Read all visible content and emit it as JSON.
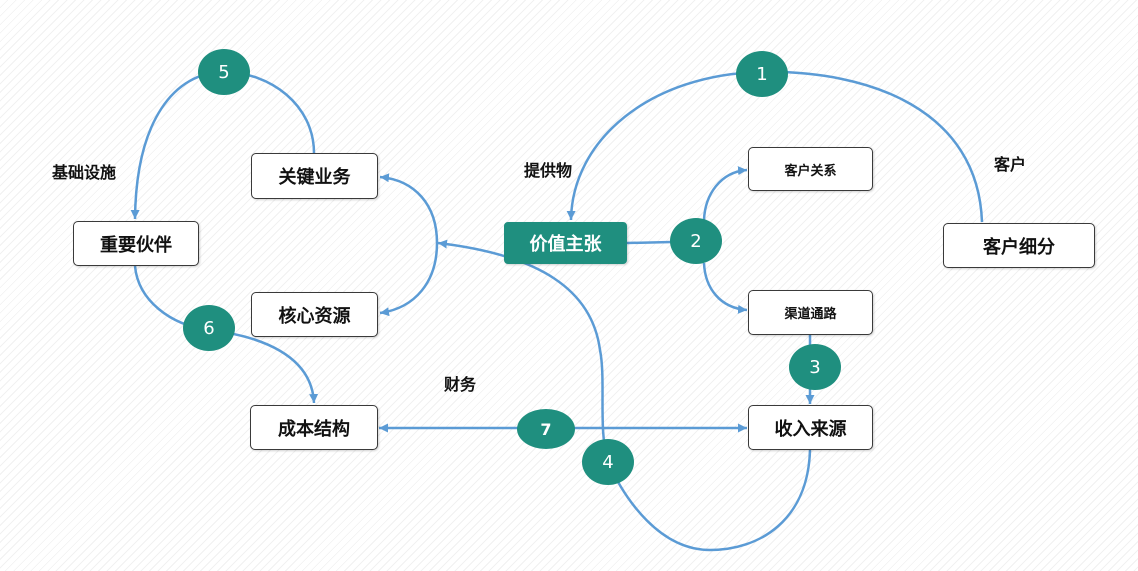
{
  "colors": {
    "accent": "#1f8f7f",
    "connector": "#5b9bd5",
    "box_border": "#3a3a3a",
    "text": "#111111"
  },
  "nodes": {
    "key_partners": "重要伙伴",
    "key_activities": "关键业务",
    "key_resources": "核心资源",
    "cost_structure": "成本结构",
    "value_proposition": "价值主张",
    "customer_relationships": "客户关系",
    "channels": "渠道通路",
    "revenue_streams": "收入来源",
    "customer_segments": "客户细分"
  },
  "labels": {
    "infrastructure": "基础设施",
    "offering": "提供物",
    "customer": "客户",
    "finance": "财务"
  },
  "steps": [
    "1",
    "2",
    "3",
    "4",
    "5",
    "6",
    "7"
  ]
}
